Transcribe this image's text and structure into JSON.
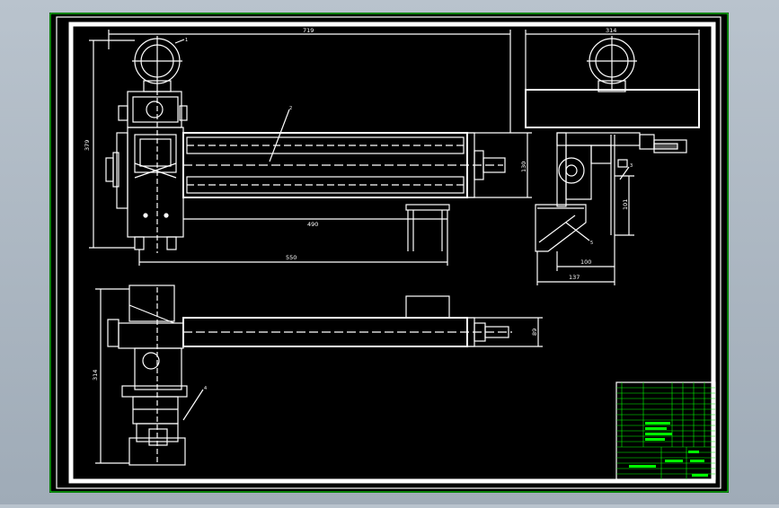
{
  "canvas": {
    "background": "#9fabb7",
    "paper": "#000000",
    "line": "#ffffff",
    "table_line": "#00ff00",
    "frame_accent": "#00ff00"
  },
  "dimensions": {
    "top_length": "719",
    "top_height": "379",
    "inner_length": "490",
    "base_length": "550",
    "pipe_dia": "130",
    "side_width": "314",
    "side_height": "101",
    "side_base": "100",
    "side_total": "137",
    "plan_width": "314",
    "plan_height": "89"
  },
  "callouts": {
    "c1": "1",
    "c2": "2",
    "c3": "3",
    "c4": "4",
    "c5": "5"
  }
}
